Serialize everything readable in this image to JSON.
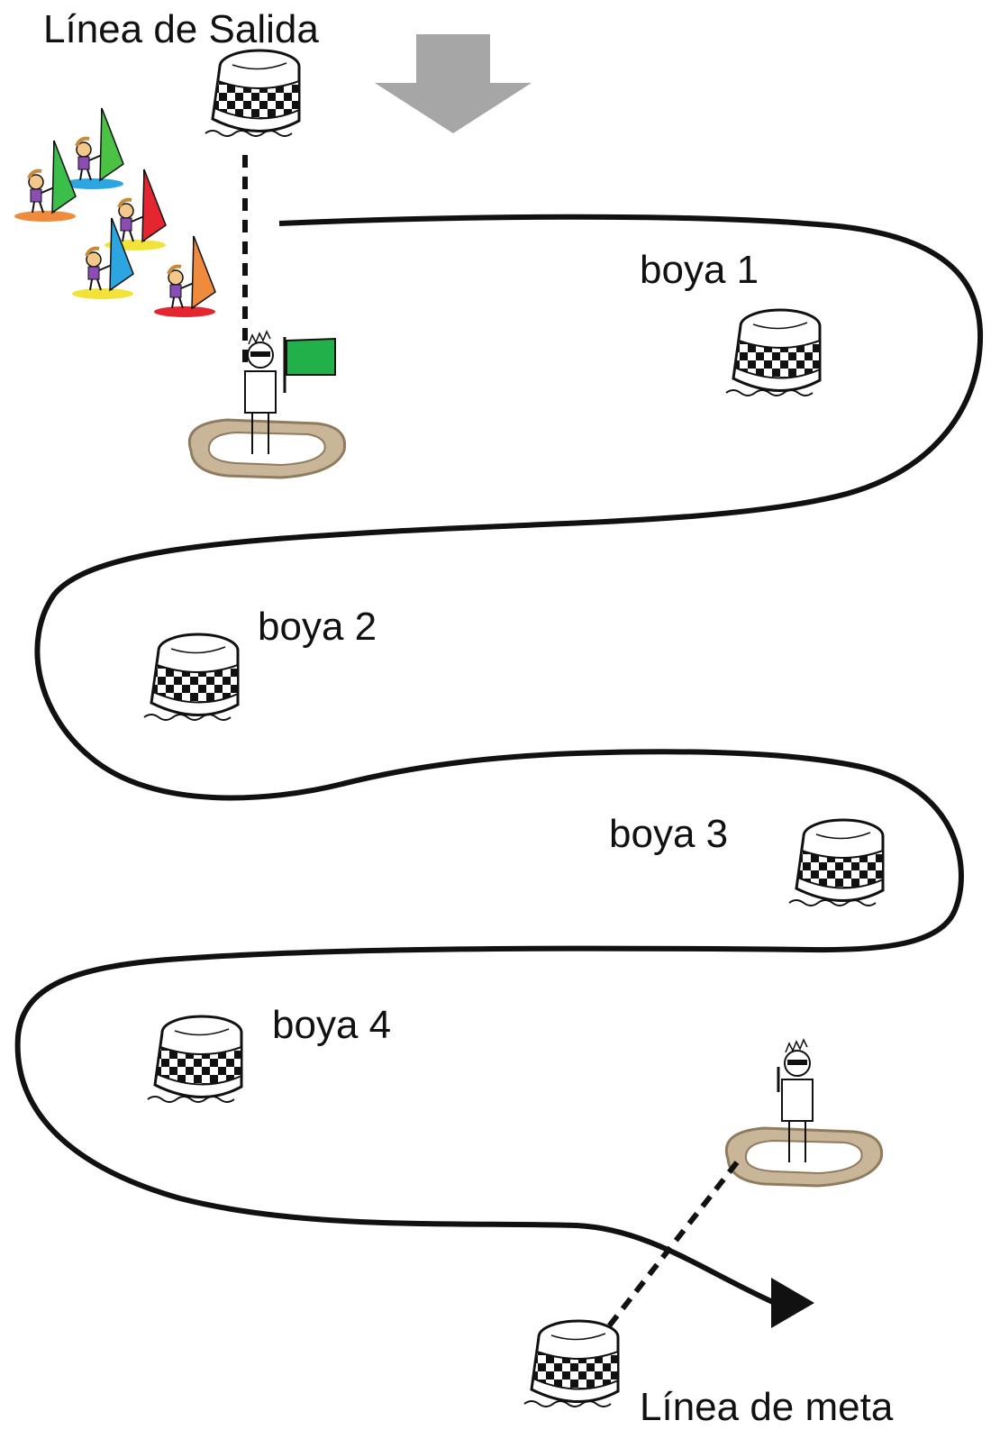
{
  "labels": {
    "start": "Línea de Salida",
    "buoy1": "boya 1",
    "buoy2": "boya 2",
    "buoy3": "boya 3",
    "buoy4": "boya 4",
    "finish": "Línea de meta"
  },
  "colors": {
    "route": "#111111",
    "wind_arrow": "#a6a6a6",
    "flag": "#22b04b",
    "dinghy": "#c9b597",
    "buoy_checker": "#111111"
  },
  "icons": {
    "wind": "wind-direction-arrow",
    "buoy": "checkered-buoy",
    "boat": "rescue-dinghy-with-referee",
    "sailor": "windsurfer"
  }
}
